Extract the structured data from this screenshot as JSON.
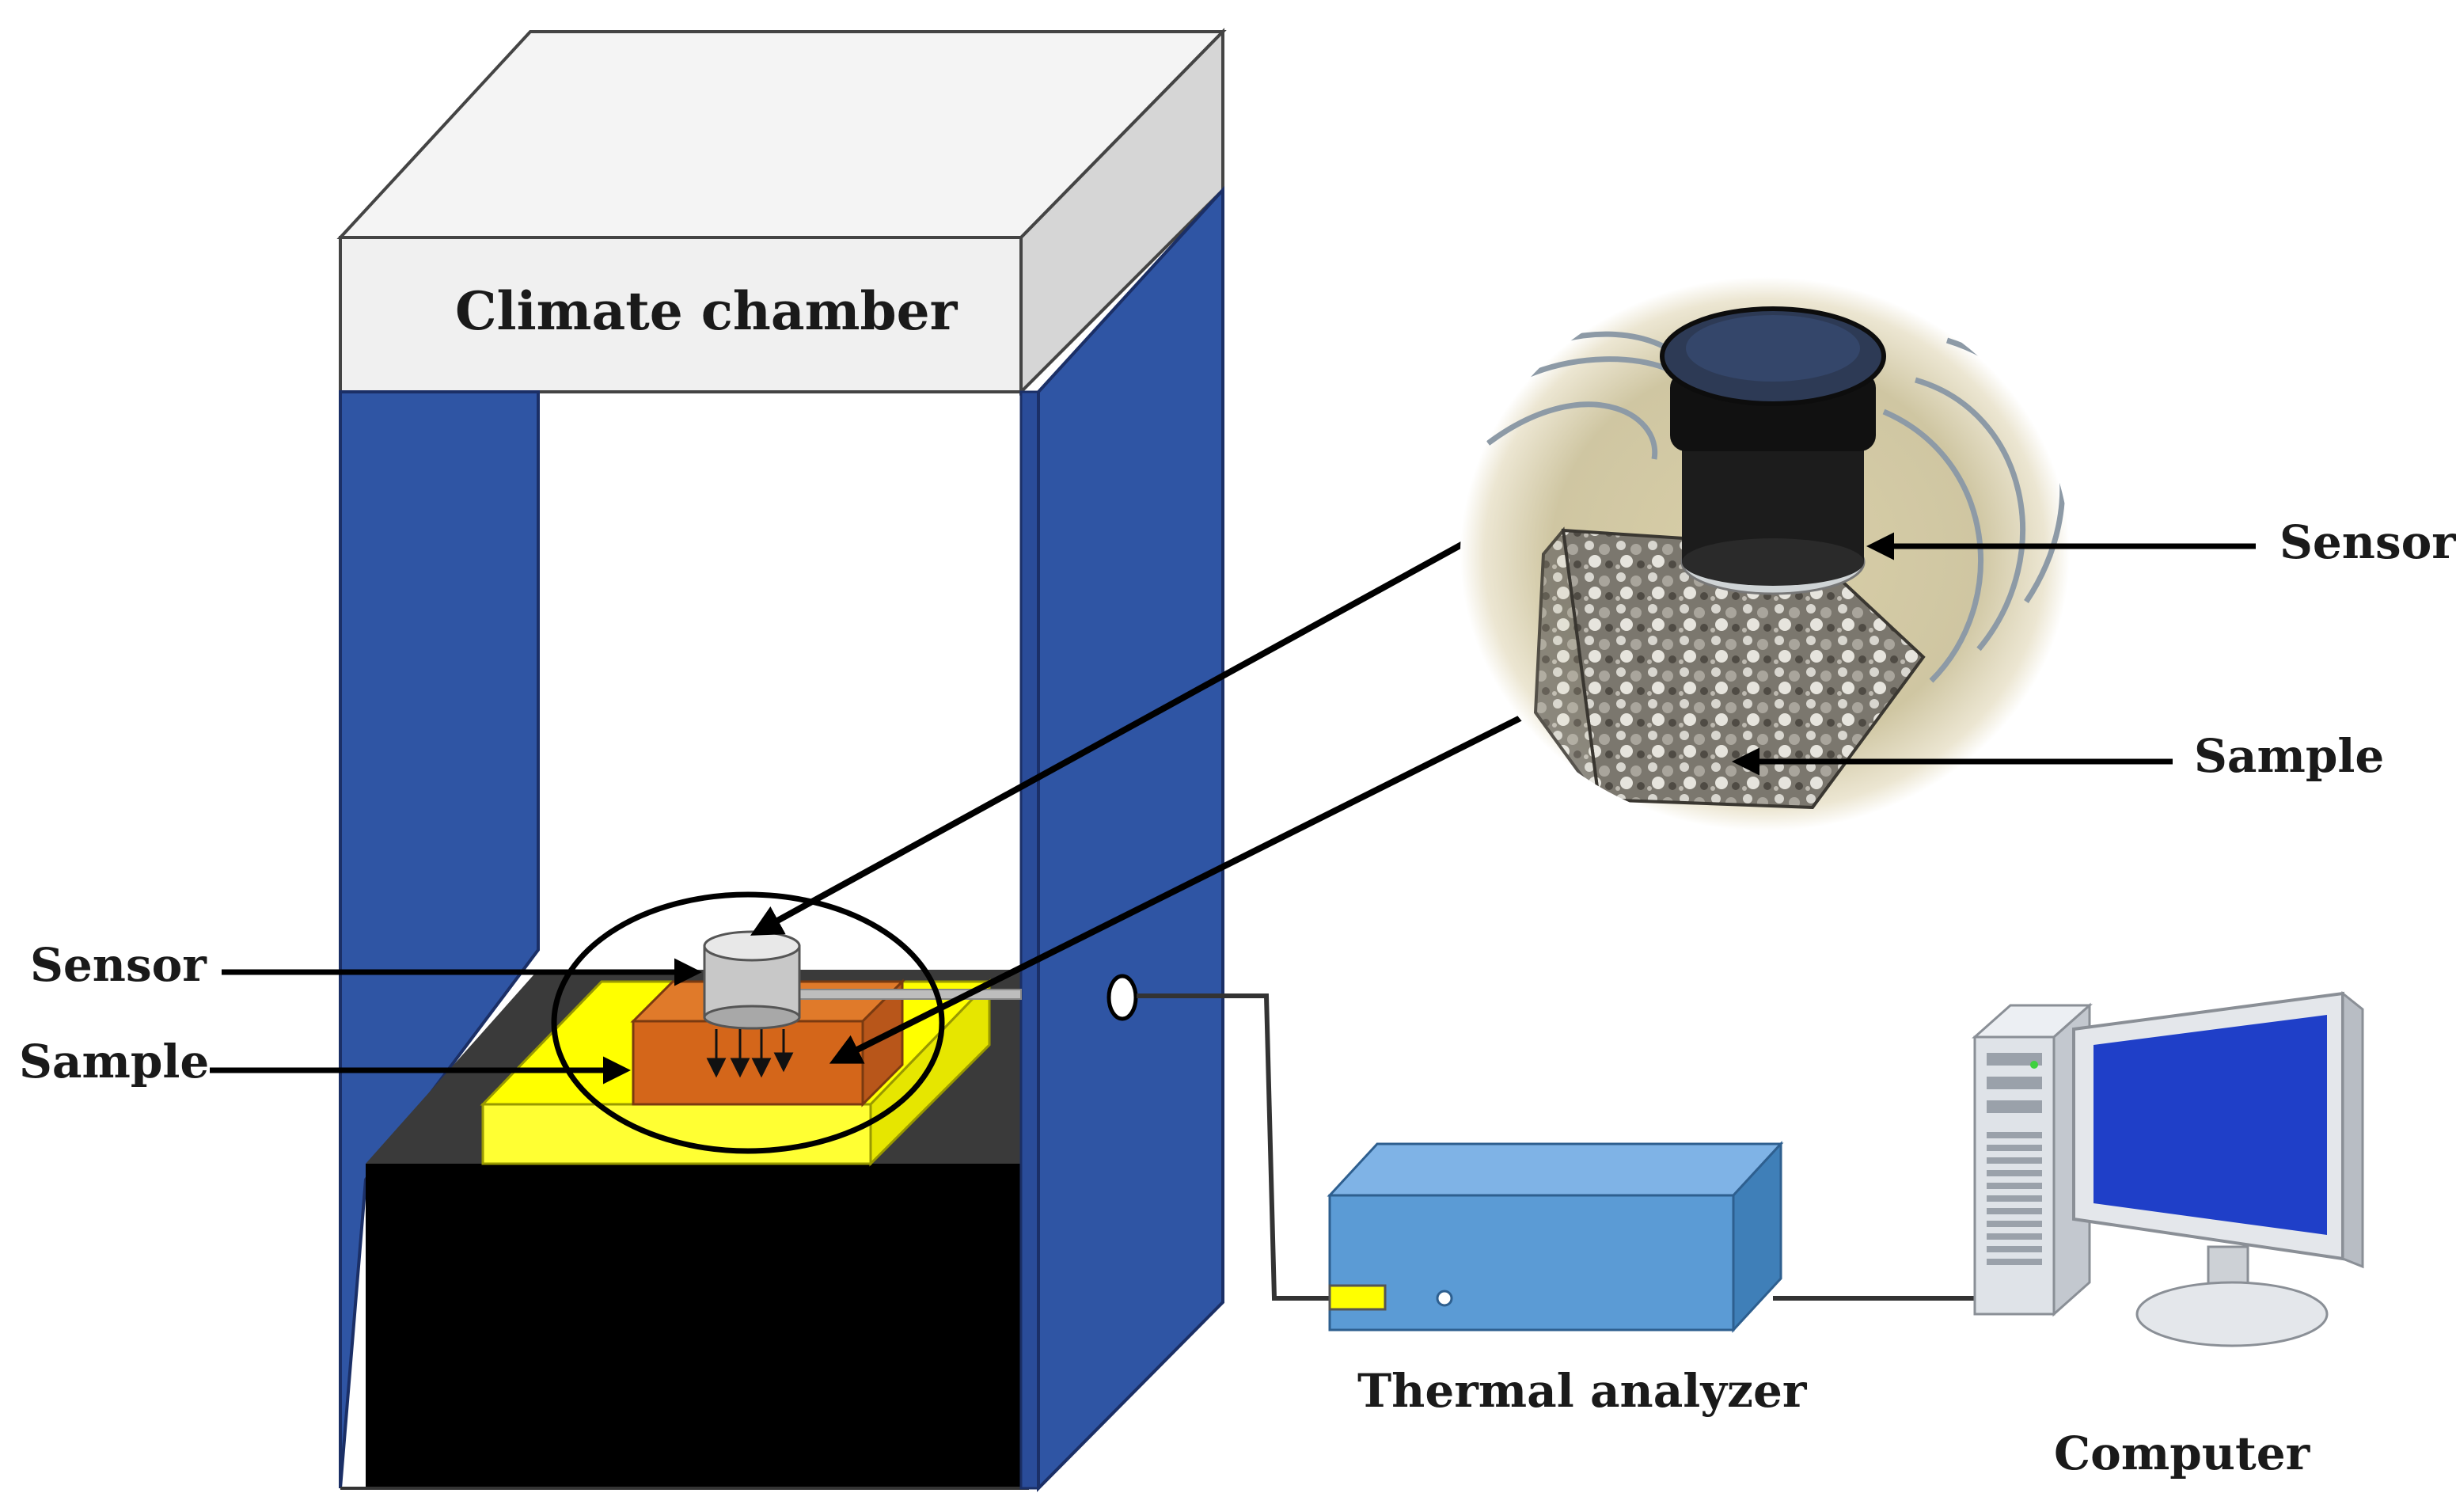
{
  "labels": {
    "climate_chamber": "Climate chamber",
    "sensor_left": "Sensor",
    "sample_left": "Sample",
    "sensor_photo": "Sensor",
    "sample_photo": "Sample",
    "thermal_analyzer": "Thermal analyzer",
    "computer": "Computer"
  },
  "colors": {
    "chamber_blue": "#2f55a4",
    "chamber_top": "#f0f0f0",
    "chamber_floor": "#000000",
    "tray_yellow": "#ffff00",
    "sample_orange": "#d4661a",
    "sensor_grey": "#c8c8c8",
    "analyzer_blue": "#5b9bd5",
    "monitor_screen": "#1f3fc8",
    "arrow": "#000000"
  },
  "icons": {
    "computer": "desktop-computer-icon",
    "photo": "sensor-on-sample-photo"
  }
}
